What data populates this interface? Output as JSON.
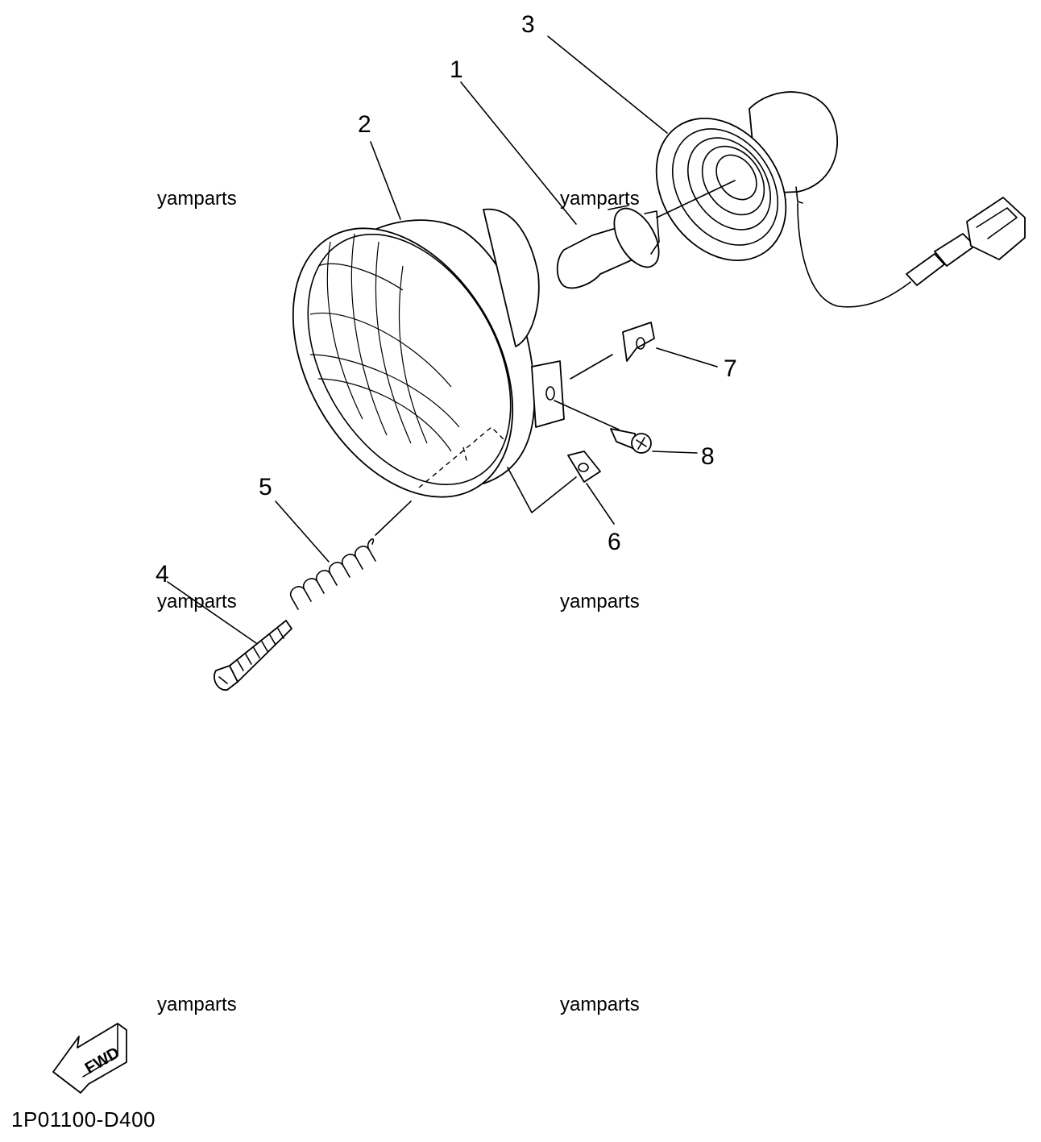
{
  "watermark": "yamparts",
  "diagram_code": "1P01100-D400",
  "fwd_label": "FWD",
  "callouts": [
    "1",
    "2",
    "3",
    "4",
    "5",
    "6",
    "7",
    "8"
  ],
  "icons": {
    "fwd_arrow": "fwd-arrow-icon",
    "bulb": "bulb-icon",
    "headlight": "headlight-icon",
    "socket": "socket-icon",
    "screw": "screw-icon",
    "spring": "spring-icon",
    "clip": "clip-icon",
    "nut": "nut-icon"
  }
}
